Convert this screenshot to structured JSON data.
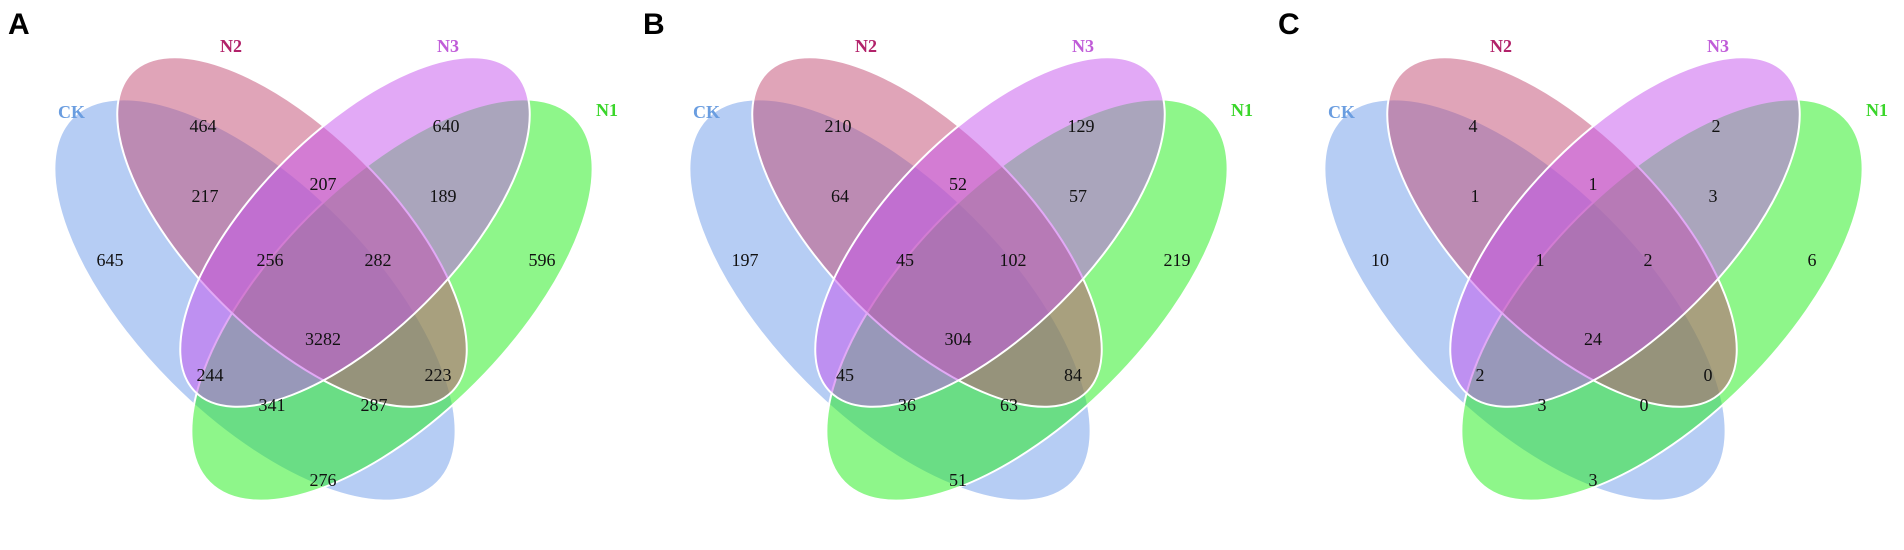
{
  "set_colors": {
    "CK": "#6e9bea",
    "N2": "#c14a72",
    "N3": "#c654ee",
    "N1": "#1eee16"
  },
  "label_colors": {
    "CK": "#6a9de0",
    "N2": "#b2226a",
    "N3": "#c05cd8",
    "N1": "#3ad62a"
  },
  "panels": [
    {
      "letter": "A",
      "labels": {
        "CK": "CK",
        "N2": "N2",
        "N3": "N3",
        "N1": "N1"
      },
      "regions": {
        "CK": "645",
        "N2": "464",
        "N3": "640",
        "N1": "596",
        "CK_N2": "217",
        "N2_N3": "207",
        "N3_N1": "189",
        "CK_N2_N3": "256",
        "N2_N3_N1": "282",
        "ALL": "3282",
        "CK_N3": "244",
        "N2_N1": "223",
        "CK_N3_N1": "341",
        "CK_N2_N1": "287",
        "CK_N1": "276"
      }
    },
    {
      "letter": "B",
      "labels": {
        "CK": "CK",
        "N2": "N2",
        "N3": "N3",
        "N1": "N1"
      },
      "regions": {
        "CK": "197",
        "N2": "210",
        "N3": "129",
        "N1": "219",
        "CK_N2": "64",
        "N2_N3": "52",
        "N3_N1": "57",
        "CK_N2_N3": "45",
        "N2_N3_N1": "102",
        "ALL": "304",
        "CK_N3": "45",
        "N2_N1": "84",
        "CK_N3_N1": "36",
        "CK_N2_N1": "63",
        "CK_N1": "51"
      }
    },
    {
      "letter": "C",
      "labels": {
        "CK": "CK",
        "N2": "N2",
        "N3": "N3",
        "N1": "N1"
      },
      "regions": {
        "CK": "10",
        "N2": "4",
        "N3": "2",
        "N1": "6",
        "CK_N2": "1",
        "N2_N3": "1",
        "N3_N1": "3",
        "CK_N2_N3": "1",
        "N2_N3_N1": "2",
        "ALL": "24",
        "CK_N3": "2",
        "N2_N1": "0",
        "CK_N3_N1": "3",
        "CK_N2_N1": "0",
        "CK_N1": "3"
      }
    }
  ]
}
